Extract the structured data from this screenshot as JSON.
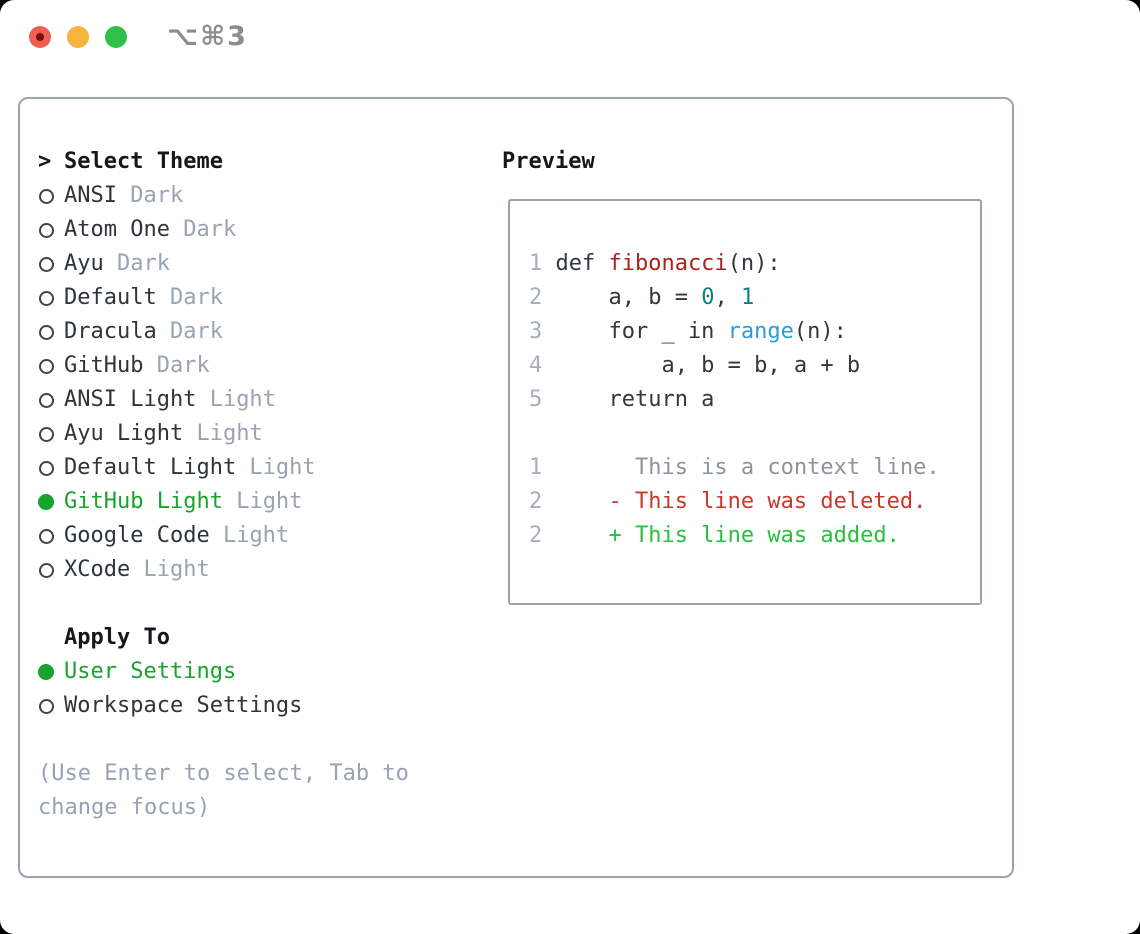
{
  "titlebar": {
    "shortcut": "⌥⌘3"
  },
  "theme_picker": {
    "prompt": ">",
    "title": "Select Theme",
    "themes": [
      {
        "name": "ANSI",
        "variant": "Dark",
        "selected": false
      },
      {
        "name": "Atom One",
        "variant": "Dark",
        "selected": false
      },
      {
        "name": "Ayu",
        "variant": "Dark",
        "selected": false
      },
      {
        "name": "Default",
        "variant": "Dark",
        "selected": false
      },
      {
        "name": "Dracula",
        "variant": "Dark",
        "selected": false
      },
      {
        "name": "GitHub",
        "variant": "Dark",
        "selected": false
      },
      {
        "name": "ANSI Light",
        "variant": "Light",
        "selected": false
      },
      {
        "name": "Ayu Light",
        "variant": "Light",
        "selected": false
      },
      {
        "name": "Default Light",
        "variant": "Light",
        "selected": false
      },
      {
        "name": "GitHub Light",
        "variant": "Light",
        "selected": true
      },
      {
        "name": "Google Code",
        "variant": "Light",
        "selected": false
      },
      {
        "name": "XCode",
        "variant": "Light",
        "selected": false
      }
    ],
    "apply_to": {
      "title": "Apply To",
      "options": [
        {
          "label": "User Settings",
          "selected": true
        },
        {
          "label": "Workspace Settings",
          "selected": false
        }
      ]
    },
    "help_text": "(Use Enter to select, Tab to change focus)"
  },
  "preview": {
    "title": "Preview",
    "lines": [
      {
        "num": "1",
        "tokens": [
          {
            "text": "def ",
            "style": "keyword"
          },
          {
            "text": "fibonacci",
            "style": "function"
          },
          {
            "text": "(n):",
            "style": "plain"
          }
        ]
      },
      {
        "num": "2",
        "tokens": [
          {
            "text": "    a, b = ",
            "style": "plain"
          },
          {
            "text": "0",
            "style": "number"
          },
          {
            "text": ", ",
            "style": "plain"
          },
          {
            "text": "1",
            "style": "number"
          }
        ]
      },
      {
        "num": "3",
        "tokens": [
          {
            "text": "    for _ in ",
            "style": "plain"
          },
          {
            "text": "range",
            "style": "builtin"
          },
          {
            "text": "(n):",
            "style": "plain"
          }
        ]
      },
      {
        "num": "4",
        "tokens": [
          {
            "text": "        a, b = b, a + b",
            "style": "plain"
          }
        ]
      },
      {
        "num": "5",
        "tokens": [
          {
            "text": "    return a",
            "style": "plain"
          }
        ]
      },
      {
        "num": "",
        "tokens": []
      },
      {
        "num": "1",
        "tokens": [
          {
            "text": "      This is a context line.",
            "style": "context"
          }
        ]
      },
      {
        "num": "2",
        "tokens": [
          {
            "text": "    - This line was deleted.",
            "style": "deleted"
          }
        ]
      },
      {
        "num": "2",
        "tokens": [
          {
            "text": "    + This line was added.",
            "style": "added"
          }
        ]
      }
    ]
  },
  "colors": {
    "selection_green": "#17a42d",
    "added_green": "#26c13e",
    "deleted_red": "#cb382a",
    "function_red": "#a8241d",
    "number_teal": "#0b8183",
    "builtin_blue": "#2c9cd7",
    "muted_gray": "#9aa3b1",
    "panel_border": "#9aa3ae",
    "traffic_red": "#f25d53",
    "traffic_yellow": "#f5b53c",
    "traffic_green": "#31c047"
  }
}
